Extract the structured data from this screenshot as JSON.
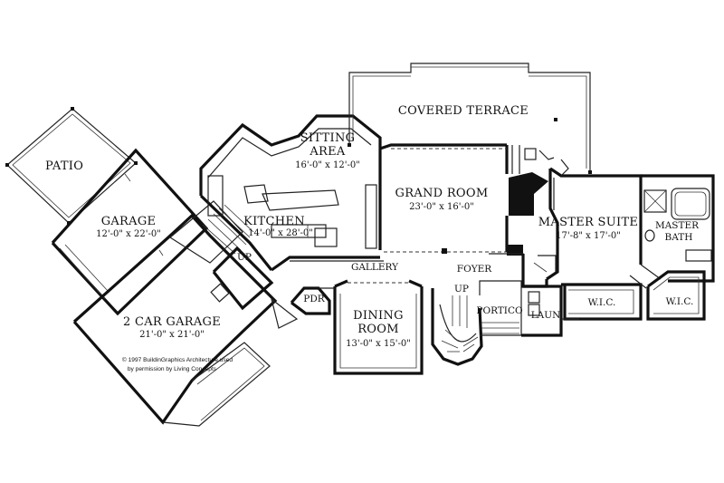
{
  "rooms": {
    "patio": {
      "name": "PATIO"
    },
    "garage": {
      "name": "GARAGE",
      "size": "12'-0\" x 22'-0\""
    },
    "two_car_garage": {
      "name": "2 CAR GARAGE",
      "size": "21'-0\" x 21'-0\""
    },
    "sitting_area": {
      "name_line1": "SITTING",
      "name_line2": "AREA",
      "size": "16'-0\" x 12'-0\""
    },
    "kitchen": {
      "name": "KITCHEN",
      "size": "14'-0\" x 28'-0\""
    },
    "covered_terrace": {
      "name": "COVERED TERRACE"
    },
    "grand_room": {
      "name": "GRAND ROOM",
      "size": "23'-0\" x 16'-0\""
    },
    "master_suite": {
      "name": "MASTER SUITE",
      "size": "17'-8\" x 17'-0\""
    },
    "master_bath": {
      "name_line1": "MASTER",
      "name_line2": "BATH"
    },
    "wic_1": {
      "name": "W.I.C."
    },
    "wic_2": {
      "name": "W.I.C."
    },
    "gallery": {
      "name": "GALLERY"
    },
    "foyer": {
      "name": "FOYER"
    },
    "dining_room": {
      "name_line1": "DINING",
      "name_line2": "ROOM",
      "size": "13'-0\" x 15'-0\""
    },
    "pdr": {
      "name": "PDR"
    },
    "portico": {
      "name": "PORTICO"
    },
    "laun": {
      "name": "LAUN"
    }
  },
  "stair_labels": {
    "kitchen_up": "UP",
    "foyer_up": "UP"
  },
  "copyright": {
    "line1": "© 1997 BuildinGraphics Architecture used",
    "line2": "by permission by Living Concepts"
  }
}
